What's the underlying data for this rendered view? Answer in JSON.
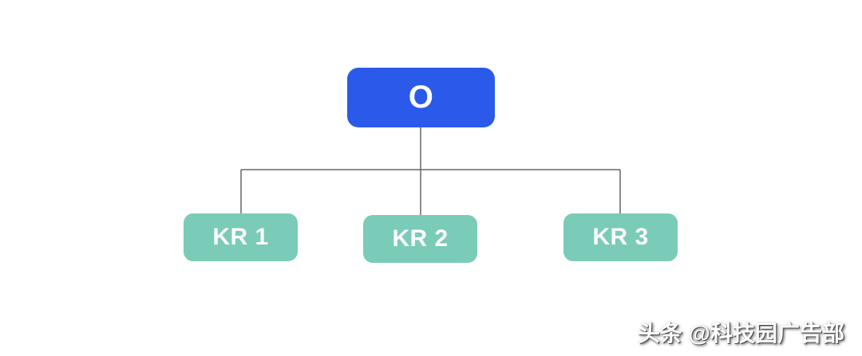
{
  "diagram": {
    "type": "tree",
    "root": {
      "id": "O",
      "label": "O"
    },
    "children": [
      {
        "id": "KR1",
        "label": "KR 1"
      },
      {
        "id": "KR2",
        "label": "KR 2"
      },
      {
        "id": "KR3",
        "label": "KR 3"
      }
    ],
    "colors": {
      "root_bg": "#2b5aea",
      "child_bg": "#7acbb8",
      "node_text": "#ffffff",
      "line": "#666666"
    }
  },
  "watermark": {
    "text": "头条 @科技园广告部"
  }
}
